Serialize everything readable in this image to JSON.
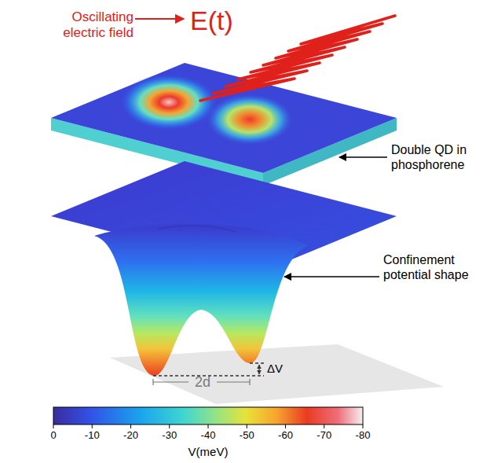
{
  "diagram": {
    "labels": [
      "Oscillating electric field",
      "E(t)",
      "Double QD in phosphorene",
      "Confinement potential shape",
      "2d",
      "ΔV",
      "0",
      "-10",
      "-20",
      "-30",
      "-40",
      "-50",
      "-60",
      "-70",
      "-80",
      "V(meV)"
    ]
  }
}
